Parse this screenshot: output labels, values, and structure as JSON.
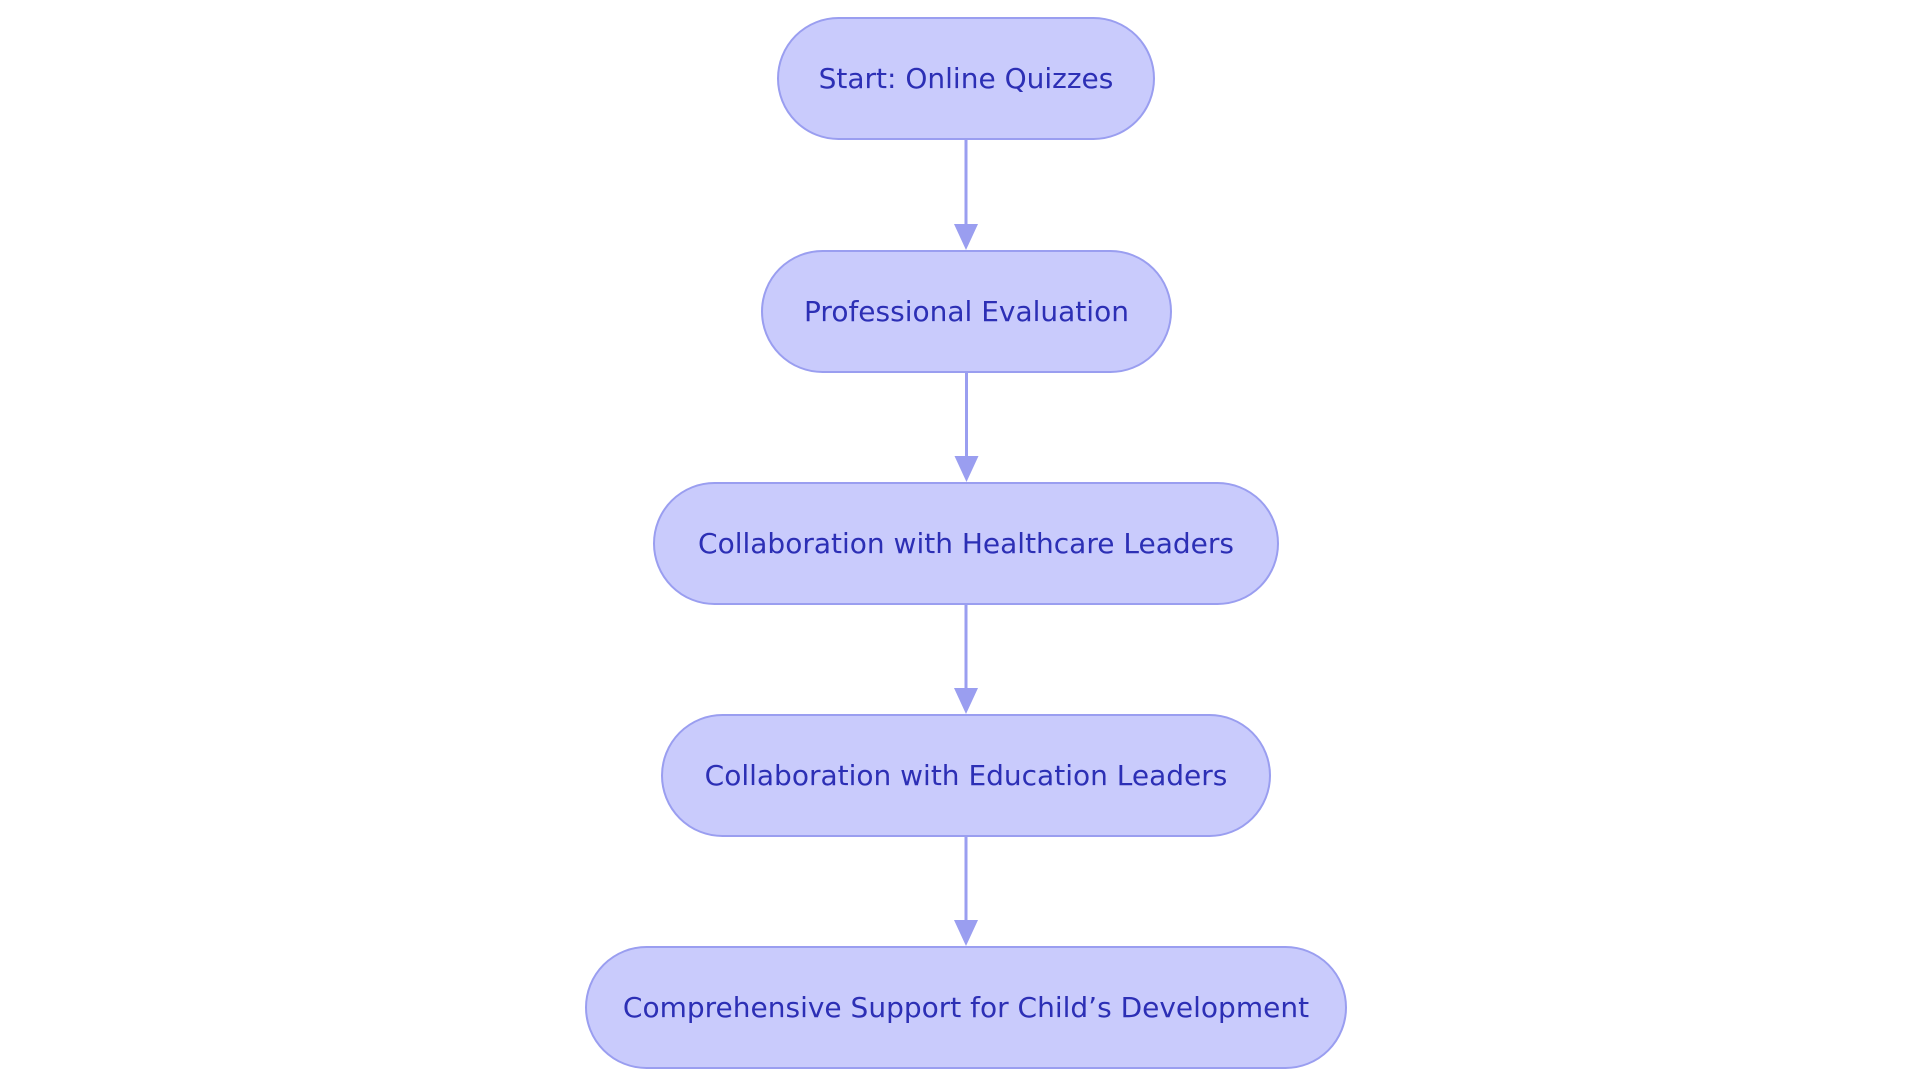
{
  "colors": {
    "node_fill": "#c9cbfc",
    "node_border": "#9a9ef0",
    "node_text": "#2c2fb5",
    "edge": "#9a9ef0"
  },
  "nodes": [
    {
      "id": "n1",
      "label": "Start: Online Quizzes"
    },
    {
      "id": "n2",
      "label": "Professional Evaluation"
    },
    {
      "id": "n3",
      "label": "Collaboration with Healthcare Leaders"
    },
    {
      "id": "n4",
      "label": "Collaboration with Education Leaders"
    },
    {
      "id": "n5",
      "label": "Comprehensive Support for Child’s Development"
    }
  ],
  "edges": [
    {
      "from": "n1",
      "to": "n2"
    },
    {
      "from": "n2",
      "to": "n3"
    },
    {
      "from": "n3",
      "to": "n4"
    },
    {
      "from": "n4",
      "to": "n5"
    }
  ]
}
